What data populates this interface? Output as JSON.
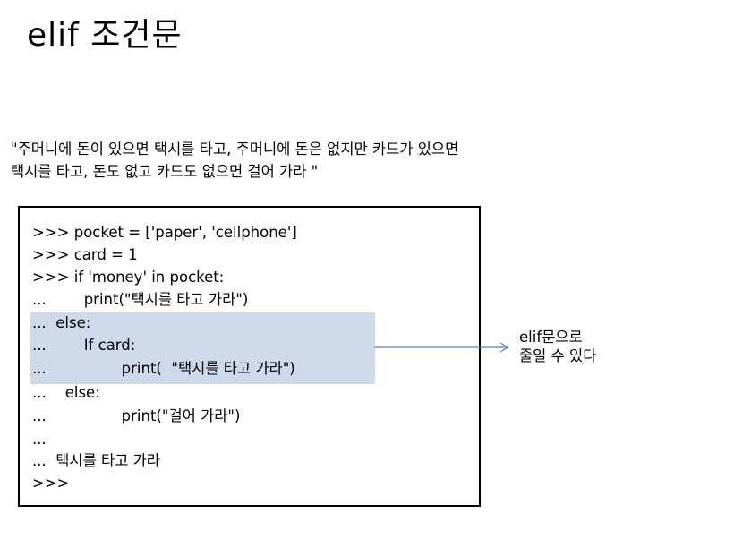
{
  "title": "elif 조건문",
  "quote": {
    "line1": "\"주머니에 돈이 있으면 택시를 타고, 주머니에 돈은 없지만 카드가 있으면",
    "line2": "택시를 타고, 돈도 없고 카드도 없으면 걸어 가라 \""
  },
  "code": {
    "lines": [
      {
        "prefix": ">>>",
        "text": " pocket = ['paper', 'cellphone']"
      },
      {
        "prefix": ">>>",
        "text": " card = 1"
      },
      {
        "prefix": ">>>",
        "text": " if 'money' in pocket:"
      },
      {
        "prefix": "...",
        "text": "        print(\"택시를 타고 가라\")"
      },
      {
        "prefix": "...",
        "text": "  else:"
      },
      {
        "prefix": "...",
        "text": "        If card:"
      },
      {
        "prefix": "...",
        "text": "                print(  \"택시를 타고 가라\")"
      },
      {
        "prefix": "...",
        "text": "    else:"
      },
      {
        "prefix": "...",
        "text": "                print(\"걸어 가라\")"
      },
      {
        "prefix": "...",
        "text": ""
      },
      {
        "prefix": "...",
        "text": "  택시를 타고 가라"
      },
      {
        "prefix": ">>>",
        "text": ""
      }
    ]
  },
  "note": {
    "line1": "elif문으로",
    "line2": "줄일 수 있다"
  },
  "colors": {
    "highlight": "#ccdaea",
    "arrow": "#4f81bd"
  }
}
